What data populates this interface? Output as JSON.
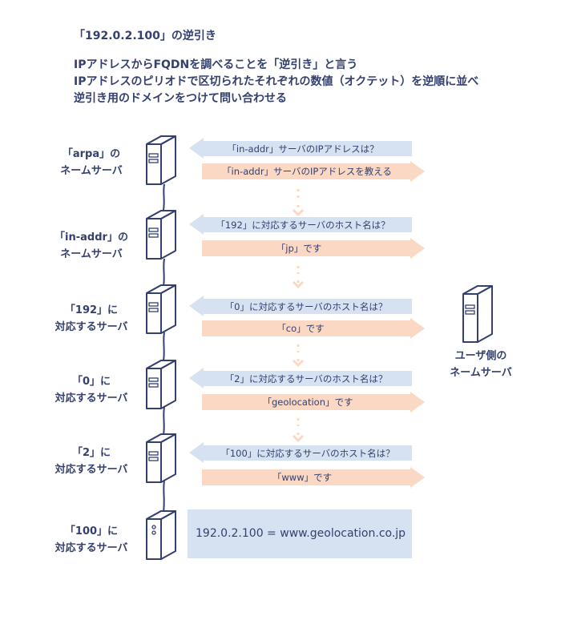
{
  "title": "「192.0.2.100」の逆引き",
  "description": [
    "IPアドレスからFQDNを調べることを「逆引き」と言う",
    "IPアドレスのピリオドで区切られたそれぞれの数値（オクテット）を逆順に並べ",
    "逆引き用のドメインをつけて問い合わせる"
  ],
  "servers": [
    {
      "label_line1": "「arpa」の",
      "label_line2": "ネームサーバ",
      "query": "「in-addr」サーバのIPアドレスは？",
      "answer": "「in-addr」サーバのIPアドレスを教える"
    },
    {
      "label_line1": "「in-addr」の",
      "label_line2": "ネームサーバ",
      "query": "「192」に対応するサーバのホスト名は？",
      "answer": "「jp」です"
    },
    {
      "label_line1": "「192」に",
      "label_line2": "対応するサーバ",
      "query": "「0」に対応するサーバのホスト名は？",
      "answer": "「co」です"
    },
    {
      "label_line1": "「0」に",
      "label_line2": "対応するサーバ",
      "query": "「2」に対応するサーバのホスト名は？",
      "answer": "「geolocation」です"
    },
    {
      "label_line1": "「2」に",
      "label_line2": "対応するサーバ",
      "query": "「100」に対応するサーバのホスト名は？",
      "answer": "「www」です"
    },
    {
      "label_line1": "「100」に",
      "label_line2": "対応するサーバ"
    }
  ],
  "result": "192.0.2.100 = www.geolocation.co.jp",
  "user_server": {
    "label_line1": "ユーザ側の",
    "label_line2": "ネームサーバ"
  },
  "colors": {
    "ink": "#34406e",
    "query_arrow": "#d6e2f1",
    "answer_arrow": "#fad8c3",
    "result_box": "#d6e2f1"
  }
}
